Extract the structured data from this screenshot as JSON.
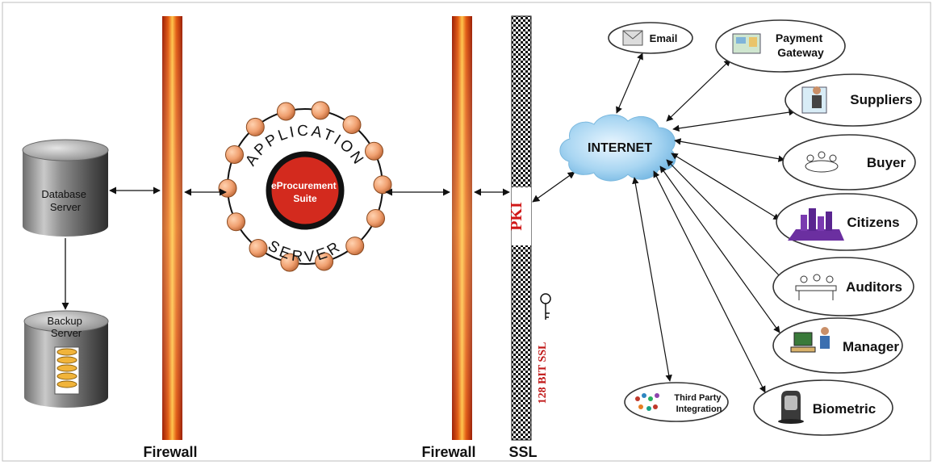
{
  "left": {
    "database_server": "Database\nServer",
    "backup_server": "Backup\nServer"
  },
  "firewall_left_label": "Firewall",
  "firewall_right_label": "Firewall",
  "ssl_label": "SSL",
  "app_server": {
    "ring_top": "APPLICATION",
    "ring_bottom": "SERVER",
    "core": "eProcurement\nSuite"
  },
  "pki_label": "PKI",
  "ssl_bits_label": "128 BIT SSL",
  "internet_label": "INTERNET",
  "nodes": {
    "email": "Email",
    "payment": "Payment\nGateway",
    "suppliers": "Suppliers",
    "buyer": "Buyer",
    "citizens": "Citizens",
    "auditors": "Auditors",
    "manager": "Manager",
    "biometric": "Biometric",
    "third_party": "Third Party\nIntegration"
  },
  "colors": {
    "core_red": "#d32a1e",
    "bead_orange": "#f0a070",
    "pki_red": "#d01818",
    "cloud_blue": "#8fc8ea"
  }
}
